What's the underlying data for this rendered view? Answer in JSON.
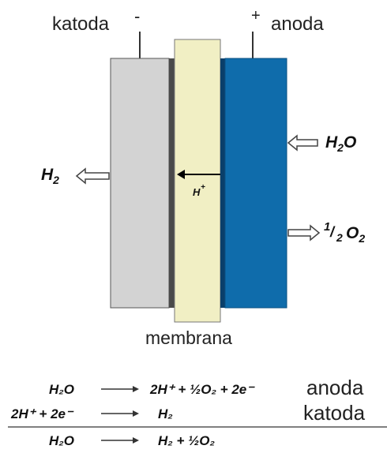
{
  "diagram": {
    "labels": {
      "cathode": "katoda",
      "cathode_sign": "-",
      "anode": "anoda",
      "anode_sign": "+",
      "membrane": "membrana",
      "proton": "H",
      "proton_charge": "+"
    },
    "products": {
      "h2": "H",
      "h2_sub": "2",
      "water_in": "H",
      "water_in_sub": "2",
      "water_in_tail": "O",
      "oxygen_num": "1",
      "oxygen_den": "2",
      "oxygen": "O",
      "oxygen_sub": "2"
    },
    "colors": {
      "cathode_fill": "#d3d3d3",
      "membrane_fill": "#f1efc4",
      "anode_fill": "#0f6cab",
      "arrow_fill": "#ffffff"
    }
  },
  "reactions": [
    {
      "left": "H₂O",
      "right": "2H⁺ + ½O₂ + 2e⁻",
      "name": "anoda"
    },
    {
      "left": "2H⁺ + 2e⁻",
      "right": "H₂",
      "name": "katoda"
    },
    {
      "left": "H₂O",
      "right": "H₂ + ½O₂",
      "name": ""
    }
  ]
}
